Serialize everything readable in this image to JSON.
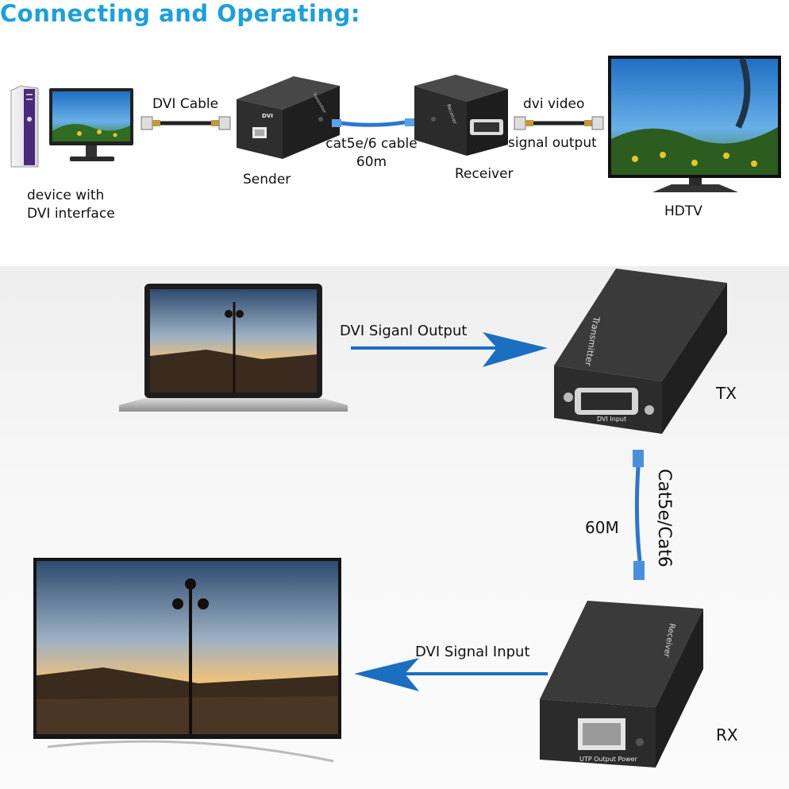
{
  "title": "Connecting and Operating:",
  "top": {
    "source_label_line1": "device with",
    "source_label_line2": "DVI interface",
    "dvi_cable": "DVI Cable",
    "sender": "Sender",
    "sender_face": "DVI",
    "sender_side": "Transmitter",
    "cable_line1": "cat5e/6 cable",
    "cable_line2": "60m",
    "receiver": "Receiver",
    "receiver_side": "Receiver",
    "output_line1": "dvi video",
    "output_line2": "signal output",
    "hdtv": "HDTV"
  },
  "bottom": {
    "output_arrow_label": "DVI Siganl Output",
    "tx_label": "TX",
    "tx_top_text": "Transmitter",
    "tx_port_text": "DVI Input",
    "cable_length": "60M",
    "cable_type": "Cat5e/Cat6",
    "input_arrow_label": "DVI Signal Input",
    "rx_label": "RX",
    "rx_top_text": "Receiver",
    "rx_port_text": "UTP Output Power"
  },
  "colors": {
    "title": "#1aa0dd",
    "arrow": "#1a6fc0",
    "cable": "#2a76d2",
    "device": "#2b2b2b"
  }
}
